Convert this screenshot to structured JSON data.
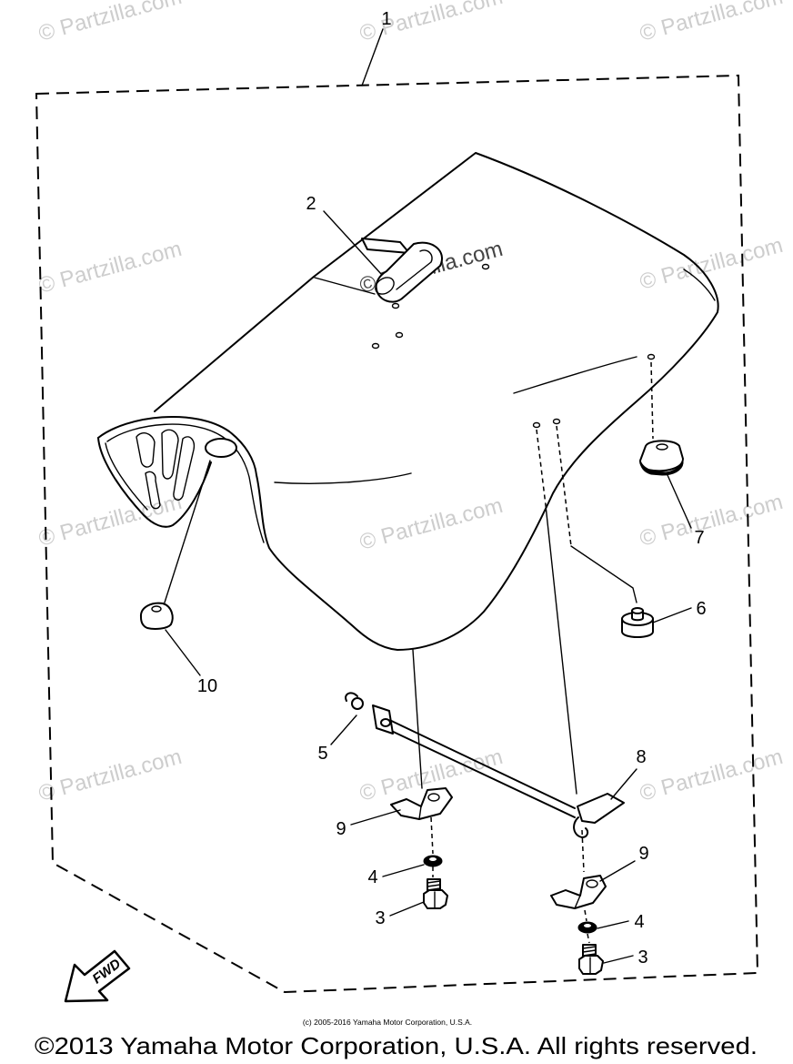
{
  "colors": {
    "background": "#ffffff",
    "line": "#000000",
    "watermark": "#cdcdcd"
  },
  "callouts": [
    "1",
    "2",
    "3",
    "3",
    "4",
    "4",
    "5",
    "6",
    "7",
    "8",
    "9",
    "9",
    "10"
  ],
  "fwd_arrow": {
    "label": "FWD"
  },
  "watermark": {
    "text": "© Partzilla.com"
  },
  "copyright": {
    "notice": "(c) 2005-2016 Yamaha Motor Corporation, U.S.A.",
    "footer": "©2013 Yamaha Motor Corporation, U.S.A. All rights reserved."
  }
}
